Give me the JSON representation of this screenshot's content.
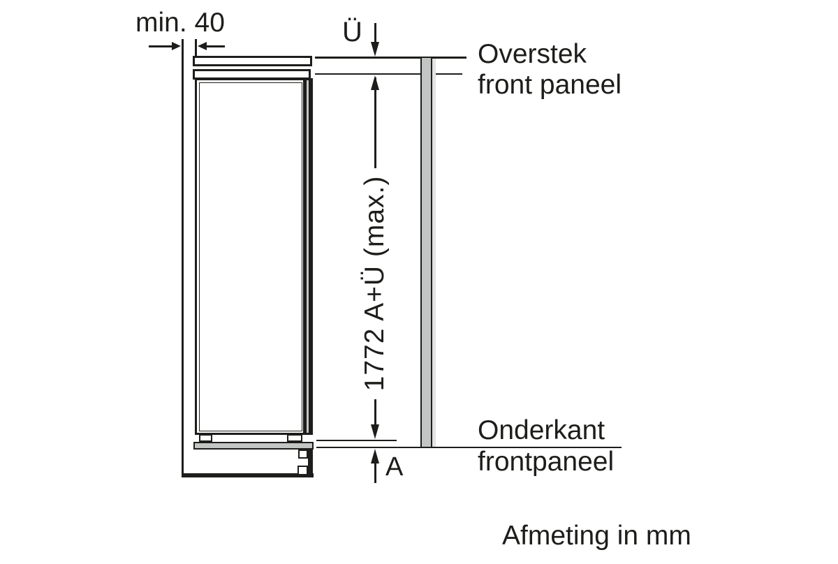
{
  "diagram": {
    "type": "installation-drawing",
    "unit_note": "Afmeting in mm",
    "dimensions": {
      "niche_gap": "min. 40",
      "overhang_top": "Ü",
      "height_max": "1772 A+Ü (max.)",
      "overhang_bottom": "A"
    },
    "labels": {
      "overstek_line1": "Overstek",
      "overstek_line2": "front paneel",
      "onderkant_line1": "Onderkant",
      "onderkant_line2": "frontpaneel"
    },
    "colors": {
      "line": "#1d1d1b",
      "panel_fill": "#c2c5c3",
      "panel_shadow": "#e3e3e3",
      "background": "#ffffff"
    }
  }
}
